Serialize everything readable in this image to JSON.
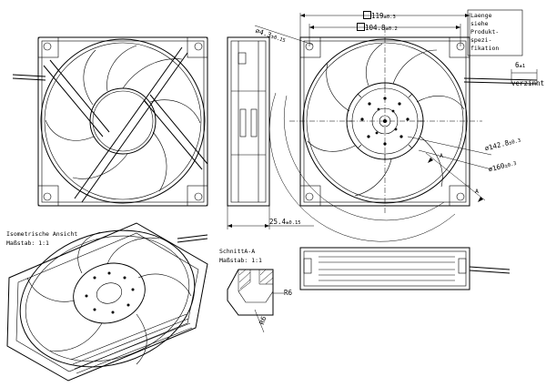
{
  "dimensions": {
    "width_outer": {
      "value": "119",
      "tol": "±0.3"
    },
    "width_inner": {
      "value": "104.8",
      "tol": "±0.2"
    },
    "hole_diameter": {
      "value": "4.3",
      "tol": "±0.15"
    },
    "depth": {
      "value": "25.4",
      "tol": "±0.15"
    },
    "blade_dia": {
      "value": "142.8",
      "tol": "±0.3"
    },
    "housing_dia": {
      "value": "160",
      "tol": "±0.3"
    },
    "wire_tinned": {
      "value": "6",
      "tol": "±1",
      "label": "verzinnt"
    },
    "radius_a": "R6",
    "radius_b": "R6",
    "section_marker": "A"
  },
  "notes": {
    "wire_length": [
      "Laenge",
      "siehe",
      "Produkt-",
      "spezi-",
      "fikation"
    ],
    "iso_title": "Isometrische Ansicht",
    "iso_scale": "Maßstab:  1:1",
    "section_title": "SchnittA-A",
    "section_scale": "Maßstab:  1:1"
  }
}
